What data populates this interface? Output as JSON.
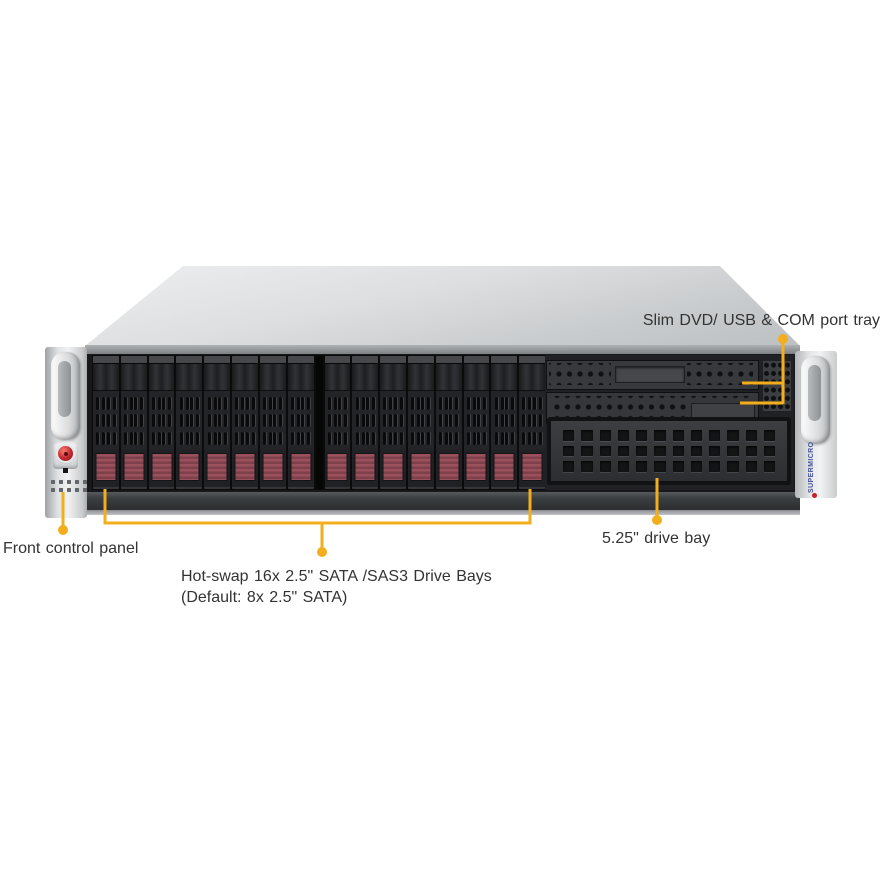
{
  "callouts": {
    "dvd_tray": {
      "label": "Slim DVD/ USB & COM port tray"
    },
    "front_control_panel": {
      "label": "Front control panel"
    },
    "drive_bays": {
      "line1": "Hot-swap 16x 2.5\" SATA /SAS3 Drive Bays",
      "line2": "(Default: 8x 2.5\" SATA)"
    },
    "bay_525": {
      "label": "5.25\" drive bay"
    }
  },
  "branding": {
    "ear_logo": "SUPERMICRO"
  },
  "chassis": {
    "drive_trays": {
      "groups": 2,
      "per_group": 8,
      "total": 16
    },
    "tray_vents": {
      "rows": 3,
      "pairs_per_row": 2,
      "slits_per_pair": 2
    },
    "bay525_vents": {
      "rows": 3,
      "cols": 12
    },
    "control_panel_leds": {
      "rows": 2,
      "per_row": 5
    }
  },
  "colors": {
    "callout_line": "#F2AE1C",
    "label_text": "#333333",
    "power_button": "#C1272D",
    "logo_red": "#C5232A",
    "tray_button": "#9B515C"
  }
}
